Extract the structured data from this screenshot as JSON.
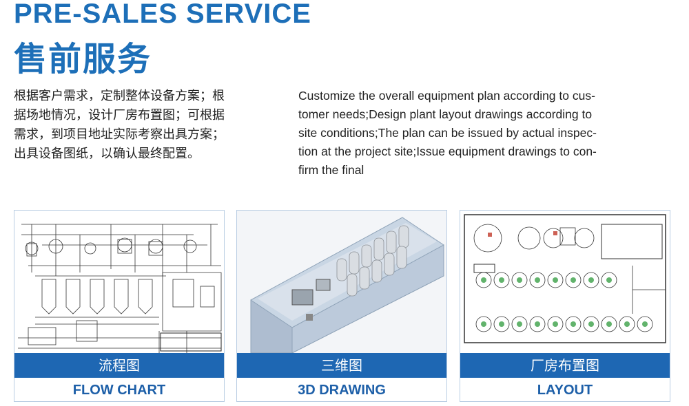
{
  "header": {
    "title_en": "PRE-SALES SERVICE",
    "title_zh": "售前服务"
  },
  "description": {
    "zh_lines": [
      "根据客户需求，定制整体设备方案；根",
      "据场地情况，设计厂房布置图；可根据",
      "需求，到项目地址实际考察出具方案；",
      "出具设备图纸，以确认最终配置。"
    ],
    "en_lines": [
      "Customize the overall equipment plan according to cus-",
      "tomer needs;Design plant layout drawings according to",
      "site conditions;The plan can be issued by actual inspec-",
      "tion at the project site;Issue equipment drawings to con-",
      "firm the final"
    ]
  },
  "cards": [
    {
      "zh": "流程图",
      "en": "FLOW CHART"
    },
    {
      "zh": "三维图",
      "en": "3D DRAWING"
    },
    {
      "zh": "厂房布置图",
      "en": "LAYOUT"
    }
  ],
  "colors": {
    "brand_blue": "#1d6fb8",
    "band_blue": "#1e67b3"
  }
}
